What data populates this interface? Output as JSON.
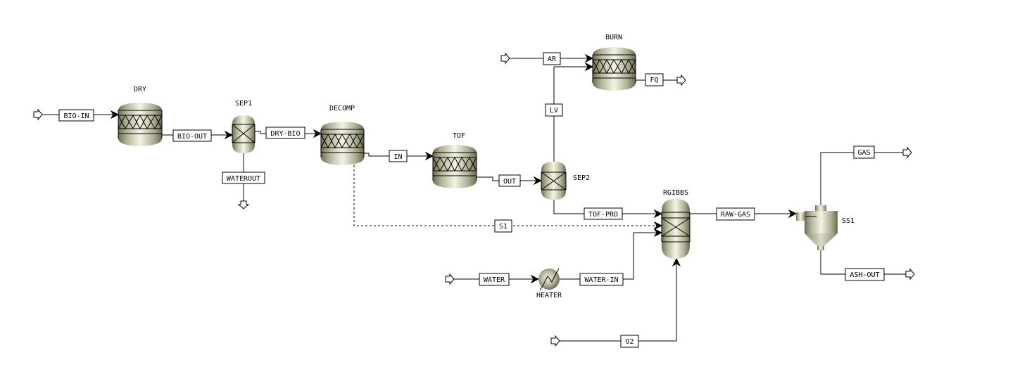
{
  "blocks": {
    "dry": "DRY",
    "sep1": "SEP1",
    "decomp": "DECOMP",
    "tof": "TOF",
    "sep2": "SEP2",
    "burn": "BURN",
    "rgibbs": "RGIBBS",
    "ss1": "SS1",
    "heater": "HEATER"
  },
  "streams": {
    "bio_in": "BIO-IN",
    "bio_out": "BIO-OUT",
    "dry_bio": "DRY-BIO",
    "waterout": "WATEROUT",
    "in": "IN",
    "out": "OUT",
    "lv": "LV",
    "ar": "AR",
    "fq": "FQ",
    "tof_pro": "TOF-PRO",
    "s1": "S1",
    "water": "WATER",
    "water_in": "WATER-IN",
    "o2": "O2",
    "raw_gas": "RAW-GAS",
    "gas": "GAS",
    "ash_out": "ASH-OUT"
  }
}
